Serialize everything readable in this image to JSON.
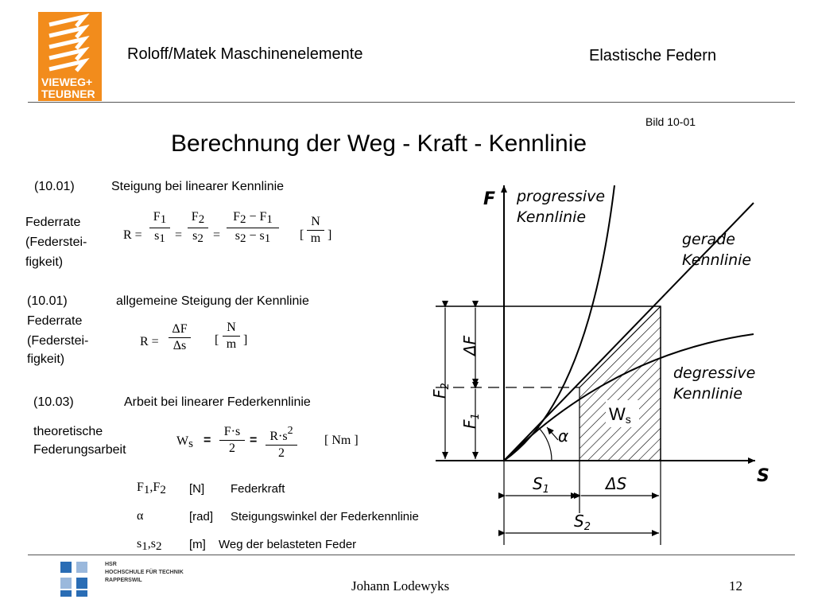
{
  "header": {
    "publisher_logo_line1": "VIEWEG+",
    "publisher_logo_line2": "TEUBNER",
    "book": "Roloff/Matek Maschinenelemente",
    "chapter": "Elastische Federn"
  },
  "bild": "Bild 10-01",
  "title": "Berechnung der Weg - Kraft - Kennlinie",
  "section1": {
    "eq_no": "(10.01)",
    "heading": "Steigung bei linearer Kennlinie",
    "label1": "Federrate",
    "label2": "(Federstei-",
    "label3": "figkeit)",
    "R": "R =",
    "F": "F",
    "s": "s",
    "i1": "1",
    "i2": "2",
    "eq": "=",
    "minus": "−",
    "unit_open": "[",
    "unit_close": "]",
    "N": "N",
    "m": "m"
  },
  "section2": {
    "eq_no": "(10.01)",
    "heading": "allgemeine Steigung der Kennlinie",
    "label1": "Federrate",
    "label2": "(Federstei-",
    "label3": "figkeit)",
    "R": "R =",
    "dF": "ΔF",
    "ds": "Δs",
    "unit_open": "[",
    "unit_close": "]",
    "N": "N",
    "m": "m"
  },
  "section3": {
    "eq_no": "(10.03)",
    "heading": "Arbeit bei linearer Federkennlinie",
    "label1": "theoretische",
    "label2": "Federungsarbeit",
    "W": "W",
    "Wsub": "s",
    "eq": "=",
    "num1": "F·s",
    "num2": "R·s",
    "sq": "2",
    "den": "2",
    "unit": "[ Nm ]"
  },
  "legend": [
    {
      "sym": "F",
      "sub1": "1",
      "mid": ",F",
      "sub2": "2",
      "unit": "[N]",
      "desc": "Federkraft"
    },
    {
      "sym": "α",
      "sub1": "",
      "mid": "",
      "sub2": "",
      "unit": "[rad]",
      "desc": "Steigungswinkel der Federkennlinie"
    },
    {
      "sym": "s",
      "sub1": "1",
      "mid": ",s",
      "sub2": "2",
      "unit": "[m]",
      "desc": "Weg der belasteten Feder"
    }
  ],
  "diagram": {
    "F": "F",
    "S": "S",
    "progressive1": "progressive",
    "progressive2": "Kennlinie",
    "gerade1": "gerade",
    "gerade2": "Kennlinie",
    "degressive1": "degressive",
    "degressive2": "Kennlinie",
    "Ws": "W",
    "Ws_sub": "s",
    "alpha": "α",
    "F2": "F",
    "F2_sub": "2",
    "F1": "F",
    "F1_sub": "1",
    "dF": "ΔF",
    "S1": "S",
    "S1_sub": "1",
    "dS": "ΔS",
    "S2": "S",
    "S2_sub": "2"
  },
  "footer": {
    "school1": "HSR",
    "school2": "HOCHSCHULE FÜR TECHNIK",
    "school3": "RAPPERSWIL",
    "author": "Johann Lodewyks",
    "page": "12"
  },
  "colors": {
    "logo_orange": "#f28c1c",
    "hsr_blue": "#2a6db5",
    "hsr_light": "#9ab8dc"
  }
}
